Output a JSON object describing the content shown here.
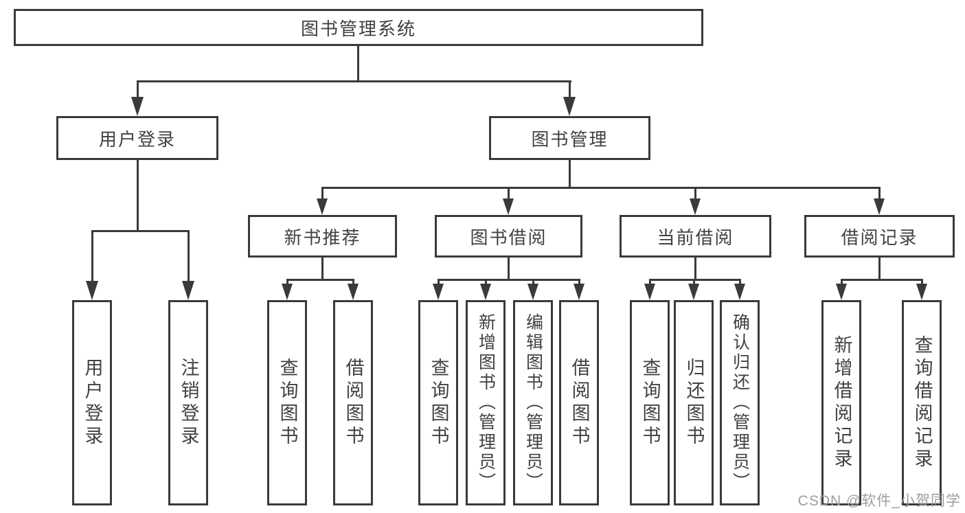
{
  "tree": {
    "root": {
      "label": "图书管理系统"
    },
    "branches": [
      {
        "label": "用户登录",
        "children": [
          {
            "label": "用户登录"
          },
          {
            "label": "注销登录"
          }
        ]
      },
      {
        "label": "图书管理",
        "children": [
          {
            "label": "新书推荐",
            "children": [
              {
                "label": "查询图书"
              },
              {
                "label": "借阅图书"
              }
            ]
          },
          {
            "label": "图书借阅",
            "children": [
              {
                "label": "查询图书"
              },
              {
                "label": "新增图书（管理员）"
              },
              {
                "label": "编辑图书（管理员）"
              },
              {
                "label": "借阅图书"
              }
            ]
          },
          {
            "label": "当前借阅",
            "children": [
              {
                "label": "查询图书"
              },
              {
                "label": "归还图书"
              },
              {
                "label": "确认归还（管理员）"
              }
            ]
          },
          {
            "label": "借阅记录",
            "children": [
              {
                "label": "新增借阅记录"
              },
              {
                "label": "查询借阅记录"
              }
            ]
          }
        ]
      }
    ]
  },
  "watermark": {
    "text": "CSDN @软件_小贺同学"
  },
  "colors": {
    "line": "#3a3a3a",
    "box_border": "#3a3a3a",
    "text": "#414141",
    "watermark": "#9e9e9e",
    "background": "#ffffff"
  }
}
